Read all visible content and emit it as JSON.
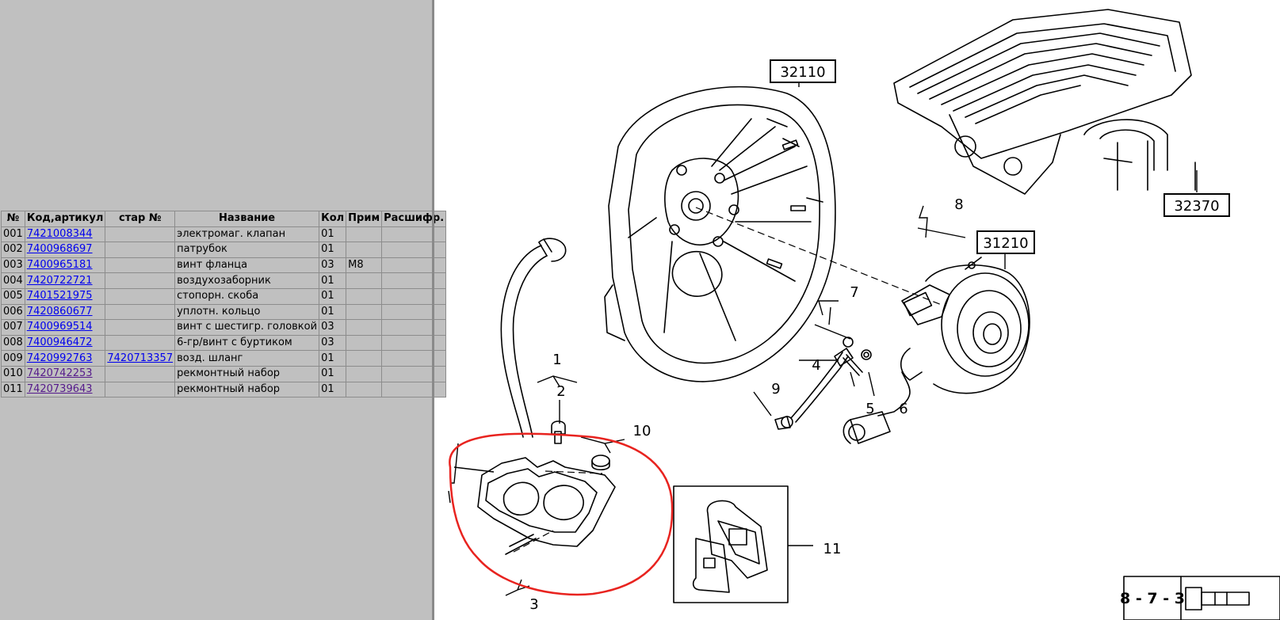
{
  "table": {
    "headers": [
      "№",
      "Код,артикул",
      "стар №",
      "Название",
      "Кол",
      "Прим",
      "Расшифр."
    ],
    "rows": [
      {
        "num": "001",
        "code": "7421008344",
        "old": "",
        "name": "электромаг. клапан",
        "qty": "01",
        "note": "",
        "decode": "",
        "visited": false
      },
      {
        "num": "002",
        "code": "7400968697",
        "old": "",
        "name": "патрубок",
        "qty": "01",
        "note": "",
        "decode": "",
        "visited": false
      },
      {
        "num": "003",
        "code": "7400965181",
        "old": "",
        "name": "винт фланца",
        "qty": "03",
        "note": "M8",
        "decode": "",
        "visited": false
      },
      {
        "num": "004",
        "code": "7420722721",
        "old": "",
        "name": "воздухозаборник",
        "qty": "01",
        "note": "",
        "decode": "",
        "visited": false
      },
      {
        "num": "005",
        "code": "7401521975",
        "old": "",
        "name": "стопорн. скоба",
        "qty": "01",
        "note": "",
        "decode": "",
        "visited": false
      },
      {
        "num": "006",
        "code": "7420860677",
        "old": "",
        "name": "уплотн. кольцо",
        "qty": "01",
        "note": "",
        "decode": "",
        "visited": false
      },
      {
        "num": "007",
        "code": "7400969514",
        "old": "",
        "name": "винт с шестигр. головкой",
        "qty": "03",
        "note": "",
        "decode": "",
        "visited": false
      },
      {
        "num": "008",
        "code": "7400946472",
        "old": "",
        "name": "6-гр/винт с буртиком",
        "qty": "03",
        "note": "",
        "decode": "",
        "visited": false
      },
      {
        "num": "009",
        "code": "7420992763",
        "old": "7420713357",
        "name": "возд. шланг",
        "qty": "01",
        "note": "",
        "decode": "",
        "visited": false
      },
      {
        "num": "010",
        "code": "7420742253",
        "old": "",
        "name": "рекмонтный набор",
        "qty": "01",
        "note": "",
        "decode": "",
        "visited": true
      },
      {
        "num": "011",
        "code": "7420739643",
        "old": "",
        "name": "рекмонтный набор",
        "qty": "01",
        "note": "",
        "decode": "",
        "visited": true
      }
    ]
  },
  "diagram": {
    "ref_boxes": {
      "a": "32110",
      "b": "32370",
      "c": "31210"
    },
    "callouts": {
      "n1": "1",
      "n2": "2",
      "n3": "3",
      "n4": "4",
      "n5": "5",
      "n6": "6",
      "n7": "7",
      "n8": "8",
      "n9": "9",
      "n10": "10",
      "n11": "11"
    },
    "page_code": "8 - 7 - 3"
  },
  "colors": {
    "panel_bg": "#c0c0c0",
    "link": "#0000ee",
    "link_visited": "#551a8b",
    "highlight_circle": "#e8231f"
  }
}
